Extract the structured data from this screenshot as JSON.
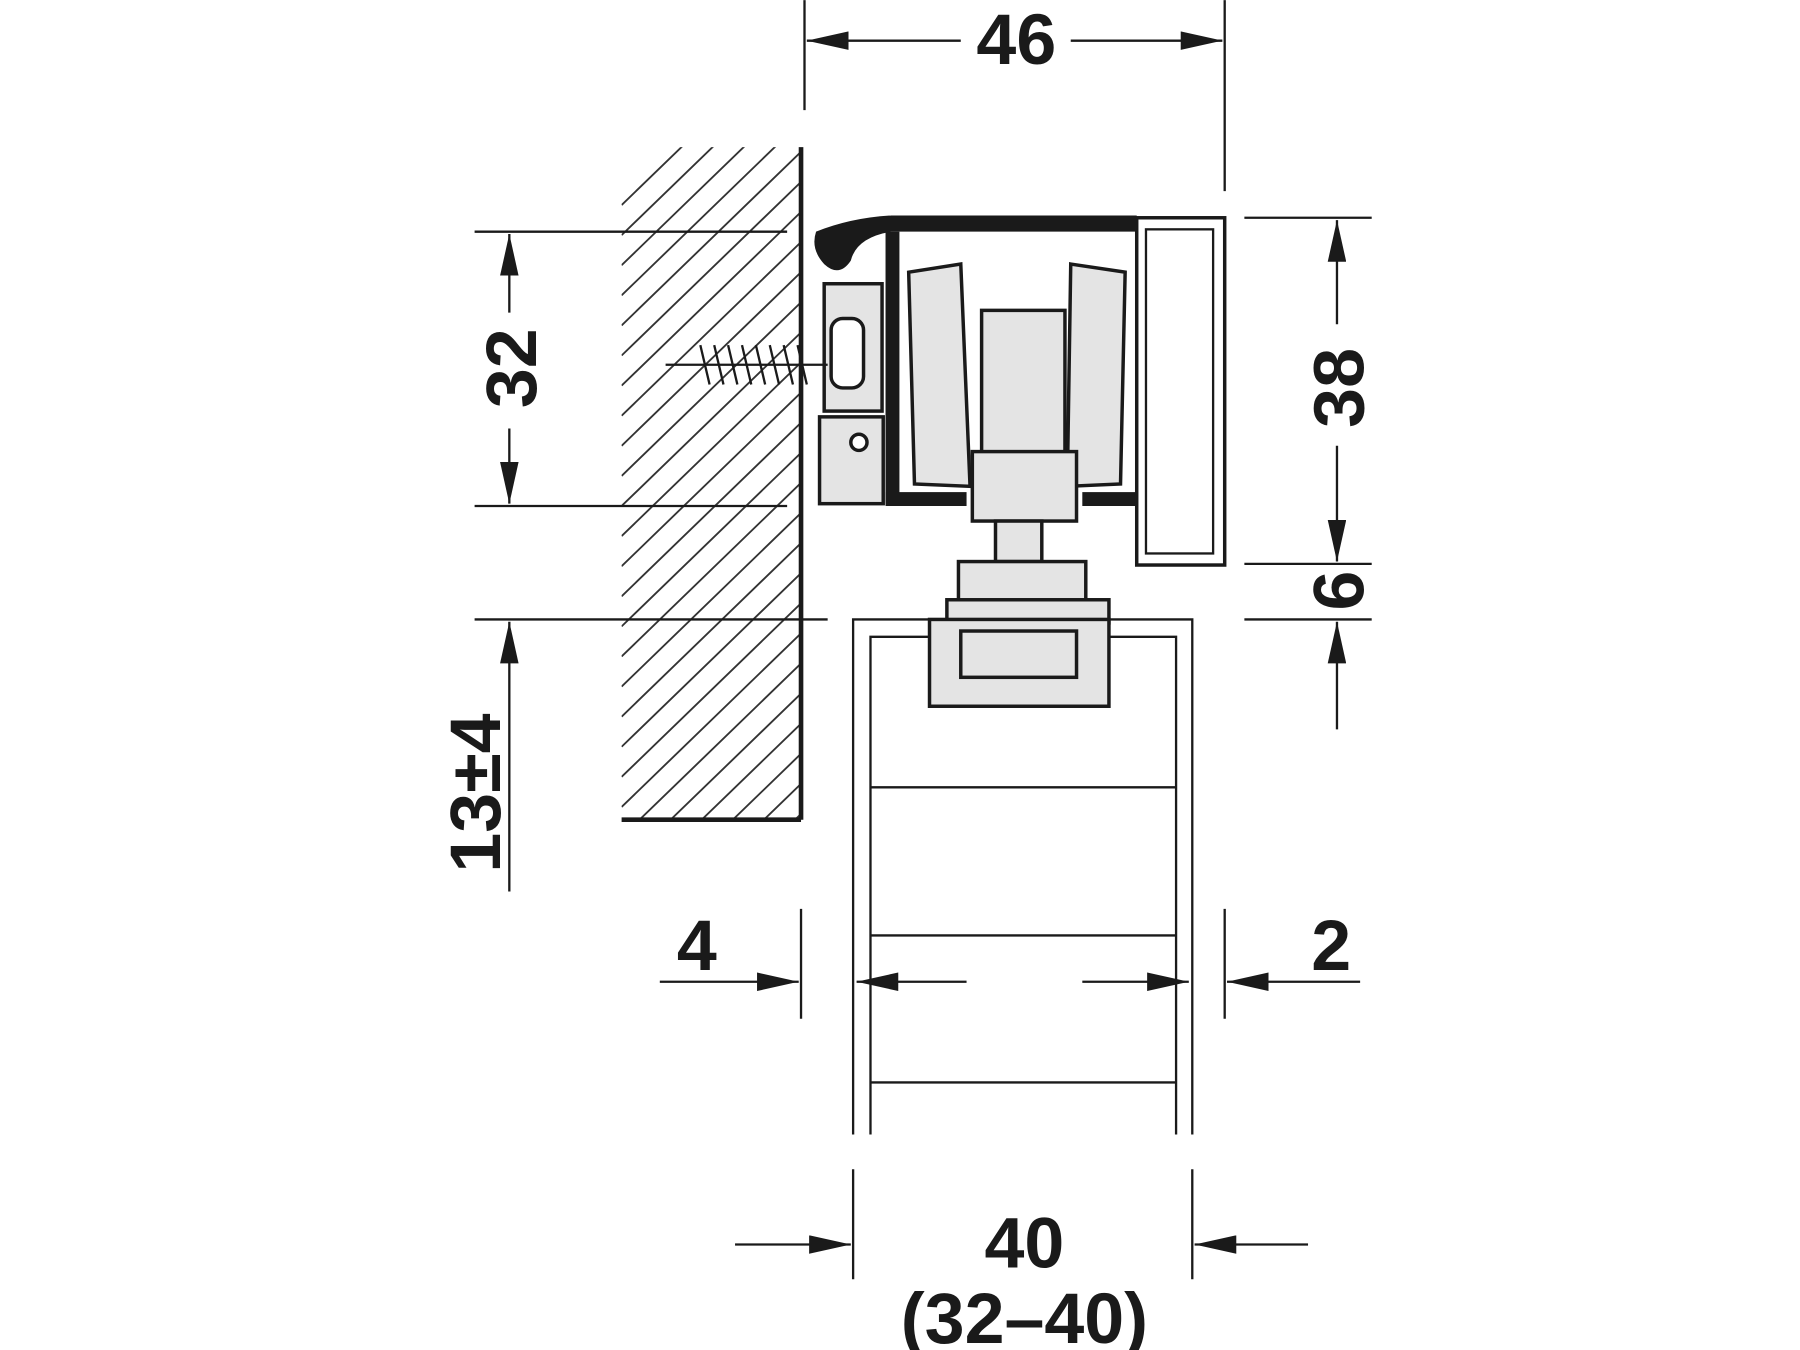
{
  "diagram": {
    "dimensions": {
      "overall_width": "46",
      "mounting_height": "32",
      "track_height": "38",
      "track_gap": "6",
      "door_gap": "13±4",
      "left_clearance": "4",
      "right_clearance": "2",
      "door_thickness": "40",
      "door_thickness_range": "(32–40)"
    },
    "colors": {
      "line": "#1a1a1a",
      "part_fill": "#e4e4e4",
      "background": "#ffffff"
    }
  }
}
